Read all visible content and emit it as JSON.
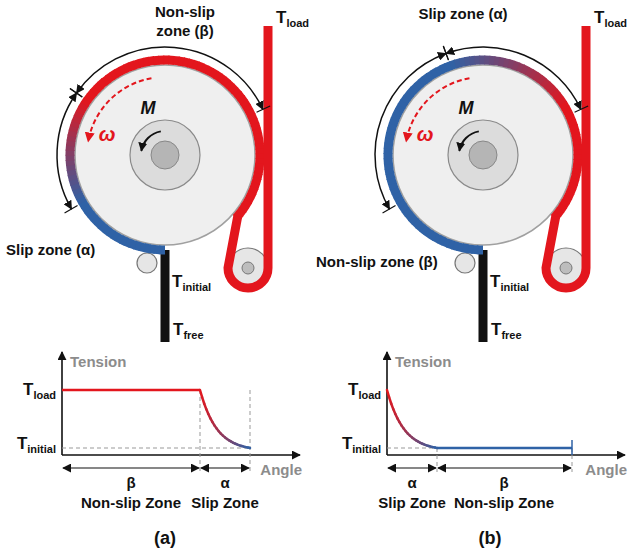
{
  "diagram": {
    "labels": [
      "Non-slip zone (β)",
      "Tload",
      "ω",
      "M",
      "Tinitial",
      "Slip zone (α)",
      "Tfree",
      "Tension",
      "Tload",
      "Tinitial",
      "Angle",
      "β",
      "α",
      "Non-slip Zone",
      "Slip Zone",
      "(a)",
      "Slip zone (α)",
      "Tload",
      "ω",
      "M",
      "Tinitial",
      "Non-slip zone (β)",
      "Tfree",
      "Tension",
      "Tload",
      "Tinitial",
      "Angle",
      "α",
      "β",
      "Slip Zone",
      "Non-slip Zone",
      "(b)"
    ]
  }
}
